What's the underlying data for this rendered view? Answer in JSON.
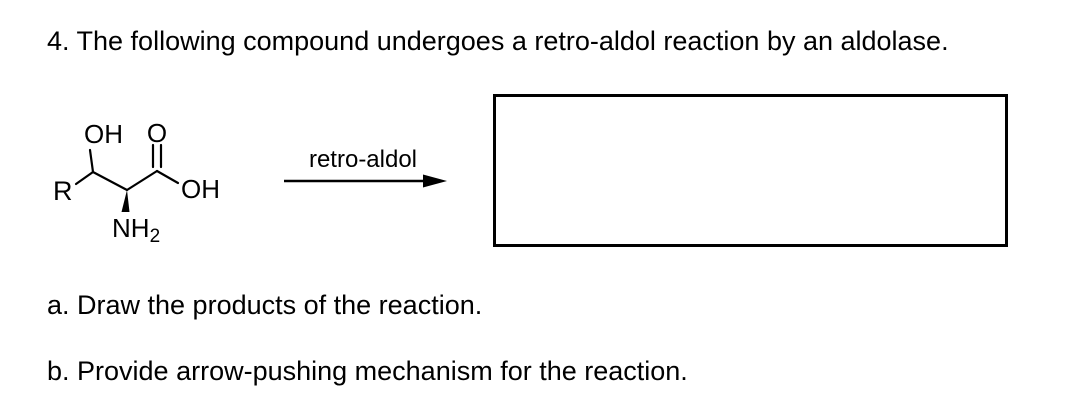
{
  "page": {
    "background_color": "#ffffff",
    "ink_color": "#000000"
  },
  "question": {
    "title": "4. The following compound undergoes a retro-aldol reaction by an aldolase.",
    "part_a": "a. Draw the products of the reaction.",
    "part_b": "b. Provide arrow-pushing mechanism for the reaction."
  },
  "reaction": {
    "arrow_label": "retro-aldol",
    "molecule_labels": {
      "r_group": "R",
      "beta_hydroxyl": "OH",
      "carbonyl_oxygen": "O",
      "acid_hydroxyl": "OH",
      "amine": "NH",
      "amine_subscript": "2"
    }
  }
}
